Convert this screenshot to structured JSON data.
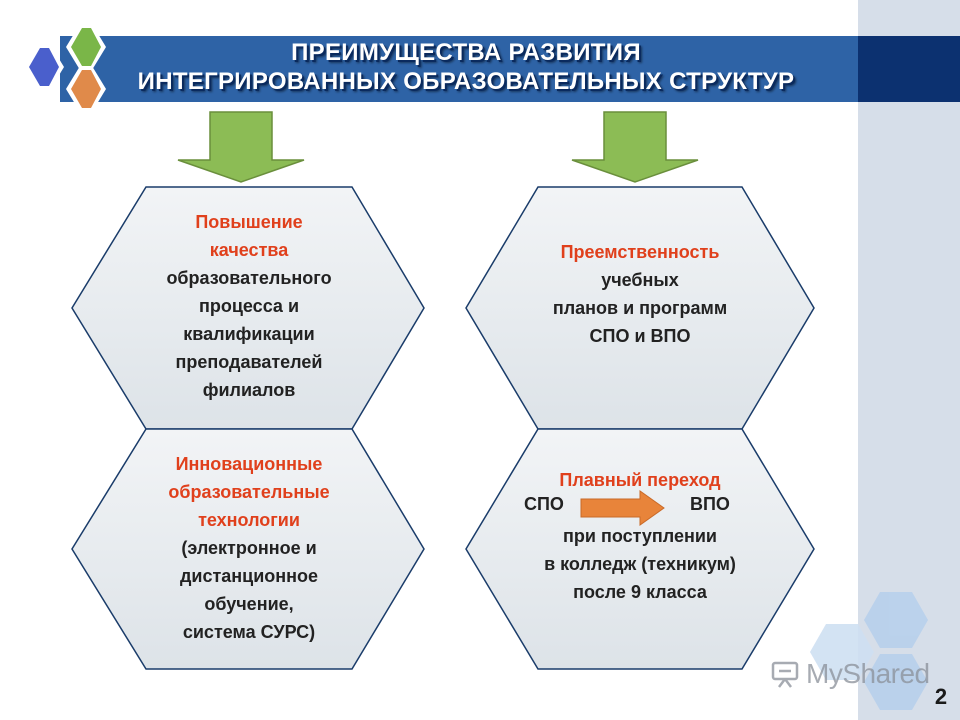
{
  "slide": {
    "title_line1": "ПРЕИМУЩЕСТВА  РАЗВИТИЯ",
    "title_line2": "ИНТЕГРИРОВАННЫХ ОБРАЗОВАТЕЛЬНЫХ СТРУКТУР",
    "page_number": "2",
    "watermark": "MyShared"
  },
  "boxes": {
    "top_left": {
      "red_lines": [
        "Повышение",
        "качества"
      ],
      "lines": [
        "образовательного",
        "процесса и",
        "квалификации",
        "преподавателей",
        "филиалов"
      ]
    },
    "bottom_left": {
      "red_lines": [
        "Инновационные",
        "образовательные",
        "технологии"
      ],
      "lines": [
        "(электронное и",
        "дистанционное",
        "обучение,",
        "система СУРС)"
      ]
    },
    "top_right": {
      "red_lines": [
        "Преемственность"
      ],
      "lines": [
        "учебных",
        "планов и программ",
        "СПО и ВПО"
      ]
    },
    "bottom_right": {
      "red_line": "Плавный  переход",
      "from": "СПО",
      "to": "ВПО",
      "lines": [
        "при поступлении",
        "в колледж (техникум)",
        "после 9 класса"
      ]
    }
  },
  "colors": {
    "title_bar": "#2e63a6",
    "accent_red": "#e0401c",
    "hex_fill": "#e8ecef",
    "arrow_green": "#8cbc55",
    "arrow_orange": "#e8843a"
  },
  "icons": {
    "logo": "hexagon-cluster-icon",
    "down_arrows": "down-arrow-icon",
    "flow_arrow": "right-arrow-icon",
    "decor": "hexagon-decor-icon",
    "watermark": "presentation-board-icon"
  }
}
